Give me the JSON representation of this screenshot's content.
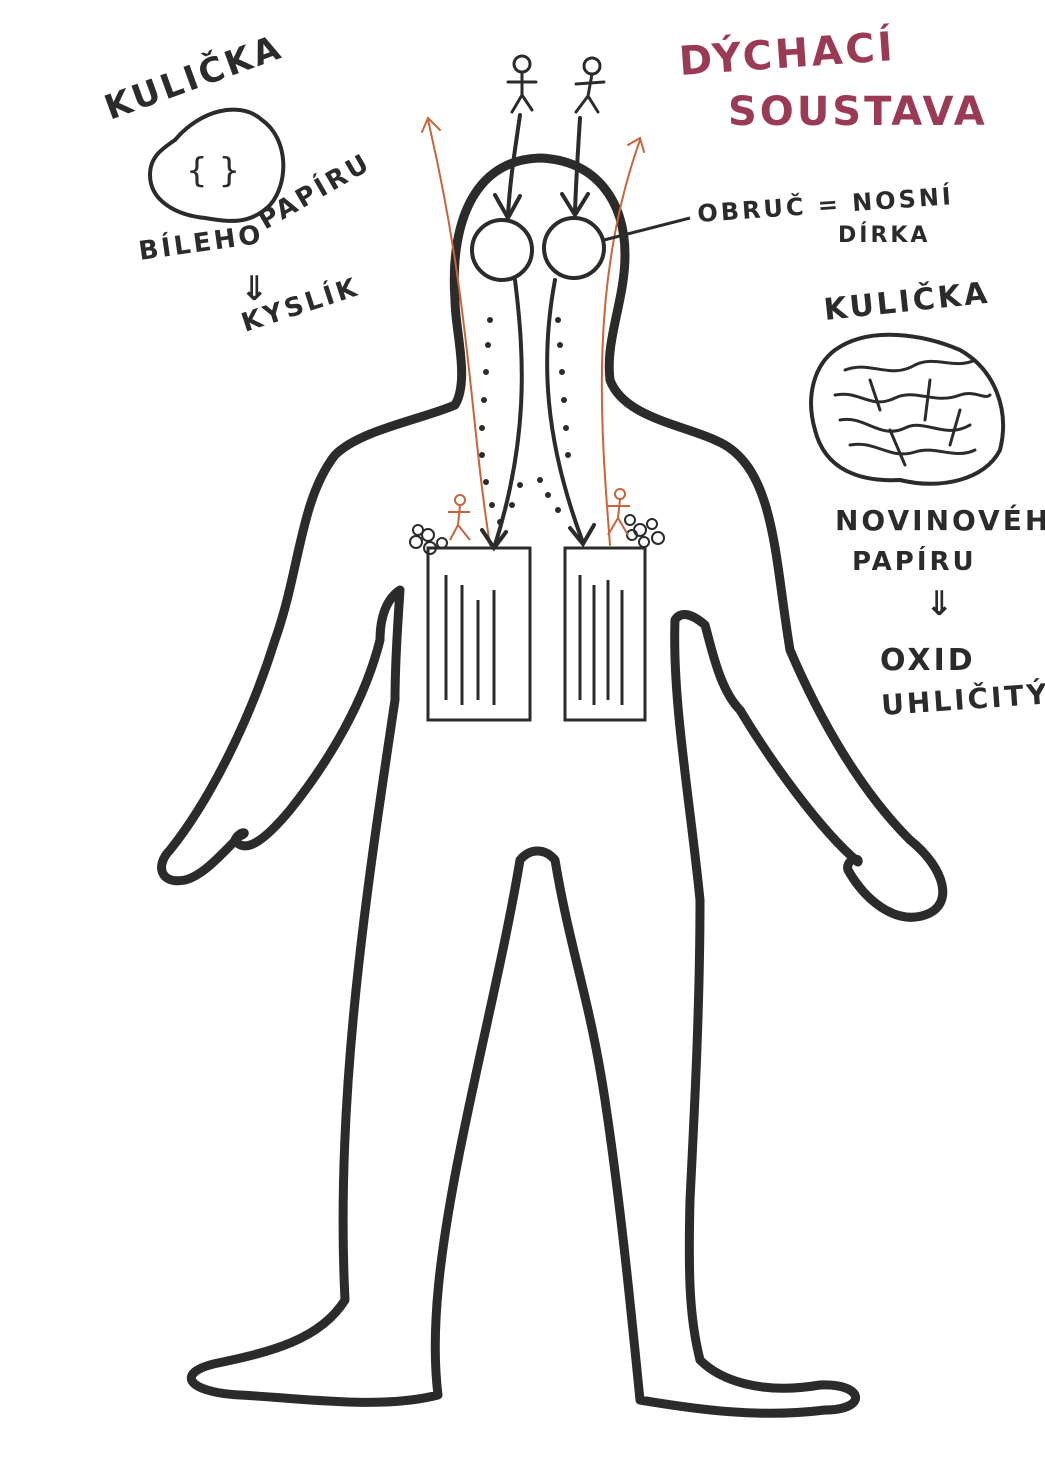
{
  "title": {
    "line1": "DÝCHACÍ",
    "line2": "SOUSTAVA",
    "color": "#9b3a55"
  },
  "white_ball": {
    "heading": "KULIČKA",
    "paper_left": "BÍLEHO",
    "paper_right": "PAPÍRU",
    "arrow": "⇓",
    "result": "KYSLÍK"
  },
  "nostril_label": {
    "line1": "OBRUČ = NOSNÍ",
    "line2": "DÍRKA"
  },
  "news_ball": {
    "heading": "KULIČKA",
    "paper_line1": "NOVINOVÉHO",
    "paper_line2": "PAPÍRU",
    "arrow": "⇓",
    "result_line1": "OXID",
    "result_line2": "UHLIČITÝ"
  },
  "colors": {
    "ink": "#2b2b2b",
    "orange": "#c8643a"
  }
}
